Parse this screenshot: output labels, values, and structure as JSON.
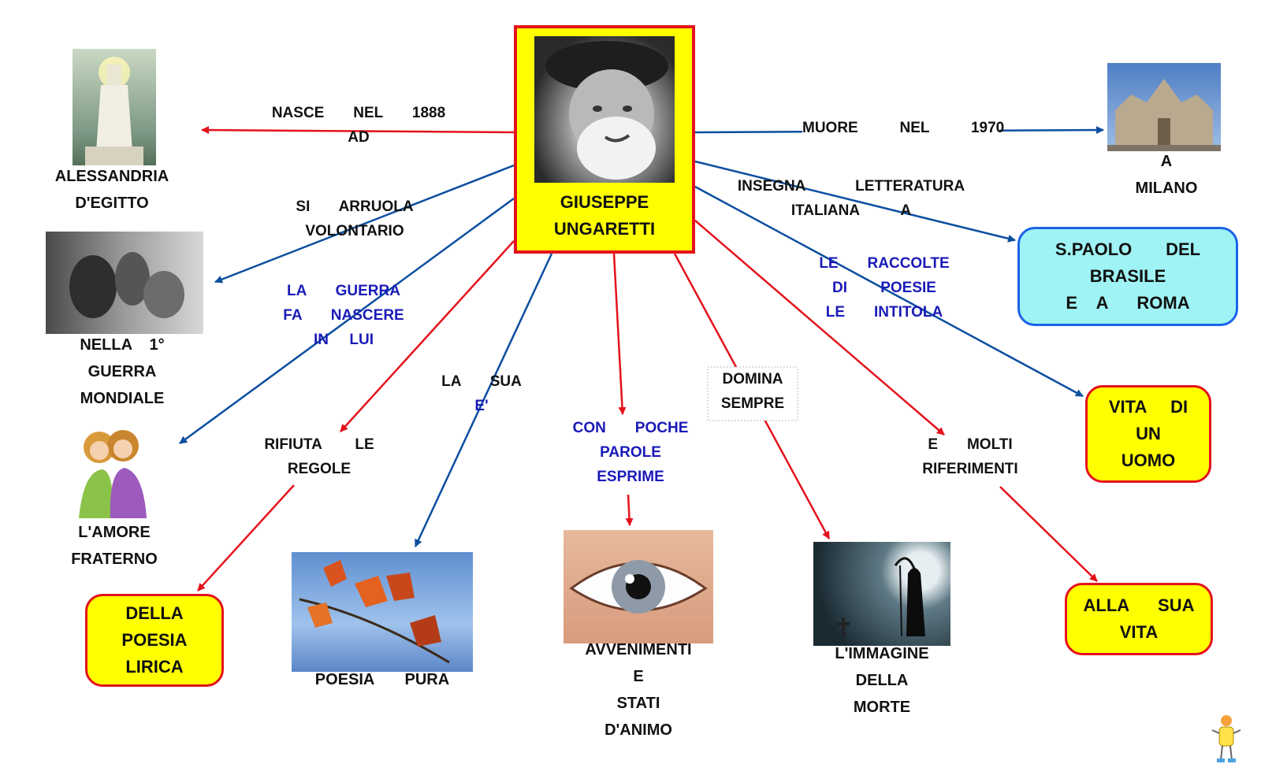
{
  "center": {
    "label": "GIUSEPPE\nUNGARETTI",
    "image": "portrait-photo"
  },
  "nodes": {
    "alessandria": "ALESSANDRIA\nD'EGITTO",
    "guerra": "NELLA    1°\nGUERRA\nMONDIALE",
    "amore": "L'AMORE\nFRATERNO",
    "lirica": "DELLA\nPOESIA\nLIRICA",
    "pura": "POESIA       PURA",
    "avvenimenti": "AVVENIMENTI\nE\nSTATI\nD'ANIMO",
    "morte": "L'IMMAGINE\nDELLA\nMORTE",
    "sua_vita": "ALLA      SUA\nVITA",
    "vita_uomo": "VITA     DI\nUN\nUOMO",
    "brasile": "S.PAOLO       DEL\nBRASILE\nE    A      ROMA",
    "milano": "A\nMILANO"
  },
  "links": {
    "nasce": "NASCE       NEL       1888\nAD",
    "arruola": "SI       ARRUOLA\nVOLONTARIO",
    "guerra_fa": "LA       GUERRA\nFA       NASCERE\nIN     LUI",
    "rifiuta": "RIFIUTA        LE\nREGOLE",
    "la_sua": "LA       SUA",
    "e_acc": "E'",
    "con_poche": "CON       POCHE\nPAROLE\nESPRIME",
    "domina": "DOMINA\nSEMPRE",
    "molti": "E       MOLTI\nRIFERIMENTI",
    "raccolte": "LE       RACCOLTE\nDI        POESIE\nLE       INTITOLA",
    "insegna": "INSEGNA            LETTERATURA\nITALIANA          A",
    "muore": "MUORE          NEL          1970"
  },
  "colors": {
    "red_arrow": "#e4121c",
    "blue_arrow": "#0c4ea0",
    "box_yellow": "#ffff00",
    "box_cyan": "#9ff3f5",
    "text_blue": "#1a1ab8"
  },
  "images": [
    "lighthouse-image",
    "soldiers-photo",
    "two-girls-clipart",
    "autumn-leaves-photo",
    "eye-image",
    "grim-reaper-image",
    "milan-cathedral-photo",
    "mascot-icon"
  ]
}
